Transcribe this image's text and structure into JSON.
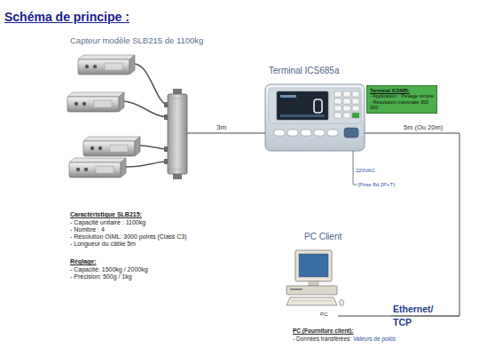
{
  "diagram": {
    "title": "Schéma de principe :",
    "nodes": [
      {
        "text": [
          "Capteur modèle SLB215 de 1100kg"
        ]
      },
      {
        "text": [
          "Terminal ICS685a"
        ]
      },
      {
        "text": [
          "Terminal ICS685:",
          "- Application : Pesage simple",
          "- Résolution maximale 300 000"
        ]
      },
      {
        "text": [
          "PC Client",
          "PC"
        ]
      }
    ],
    "edges": [
      {
        "from": 0,
        "to": 1,
        "label": "3m",
        "arrow": "none"
      },
      {
        "from": 1,
        "to": 3,
        "label": "5m (Ou 20m)",
        "arrow": "none"
      }
    ],
    "labels": [
      "Caractéristique SLB215:",
      "- Capacité unitaire : 1100kg",
      "- Nombre : 4",
      "- Résolution OIML: 3000 points (Class C3)",
      "- Longueur du câble 5m",
      "Réglage:",
      "- Capacité: 1500kg / 2000kg",
      "- Précision: 500g / 1kg",
      "220VAC",
      "(Prise 8d 2P+T)",
      "Ethernet/ TCP",
      "PC (Fourniture client):",
      "- Données transférées:",
      "Valeurs de poids"
    ]
  }
}
